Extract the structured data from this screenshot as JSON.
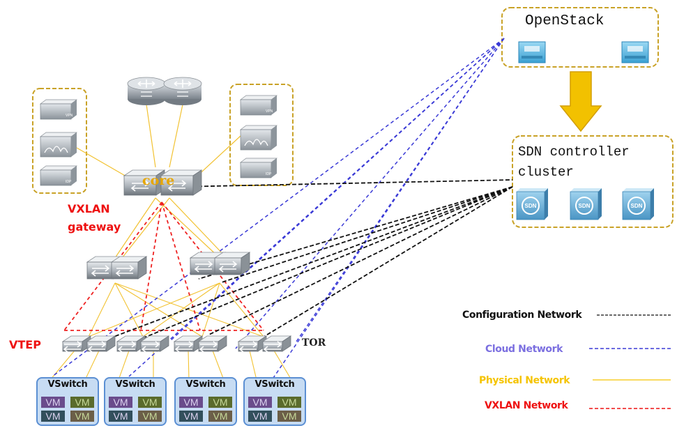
{
  "labels": {
    "openstack": "OpenStack",
    "sdn_line1": "SDN controller",
    "sdn_line2": "cluster",
    "core": "core",
    "vxlan_gateway_line1": "VXLAN",
    "vxlan_gateway_line2": "gateway",
    "vtep": "VTEP",
    "tor": "TOR",
    "sdn_badge": "SDN",
    "vpn_badge": "VPN",
    "idp_badge": "IDP"
  },
  "vswitches": [
    {
      "title": "VSwitch",
      "vms": [
        "VM",
        "VM",
        "VM",
        "VM"
      ]
    },
    {
      "title": "VSwitch",
      "vms": [
        "VM",
        "VM",
        "VM",
        "VM"
      ]
    },
    {
      "title": "VSwitch",
      "vms": [
        "VM",
        "VM",
        "VM",
        "VM"
      ]
    },
    {
      "title": "VSwitch",
      "vms": [
        "VM",
        "VM",
        "VM",
        "VM"
      ]
    }
  ],
  "legend": [
    {
      "label": "Configuration Network",
      "color": "#111111",
      "style": "dashed-fine"
    },
    {
      "label": "Cloud Network",
      "color": "#7b6fe0",
      "style": "dashed"
    },
    {
      "label": "Physical Network",
      "color": "#f5c400",
      "style": "solid"
    },
    {
      "label": "VXLAN Network",
      "color": "#ee1111",
      "style": "dashed"
    }
  ],
  "colors": {
    "physical": "#f2c232",
    "cloud": "#3a3ad6",
    "config": "#111111",
    "vxlan": "#ee2222",
    "group_border": "#c9a227",
    "arrow": "#f2c100",
    "vm_colors": [
      "#6a4c8c",
      "#5a6b2c",
      "#324f5c",
      "#6b5e48"
    ]
  }
}
